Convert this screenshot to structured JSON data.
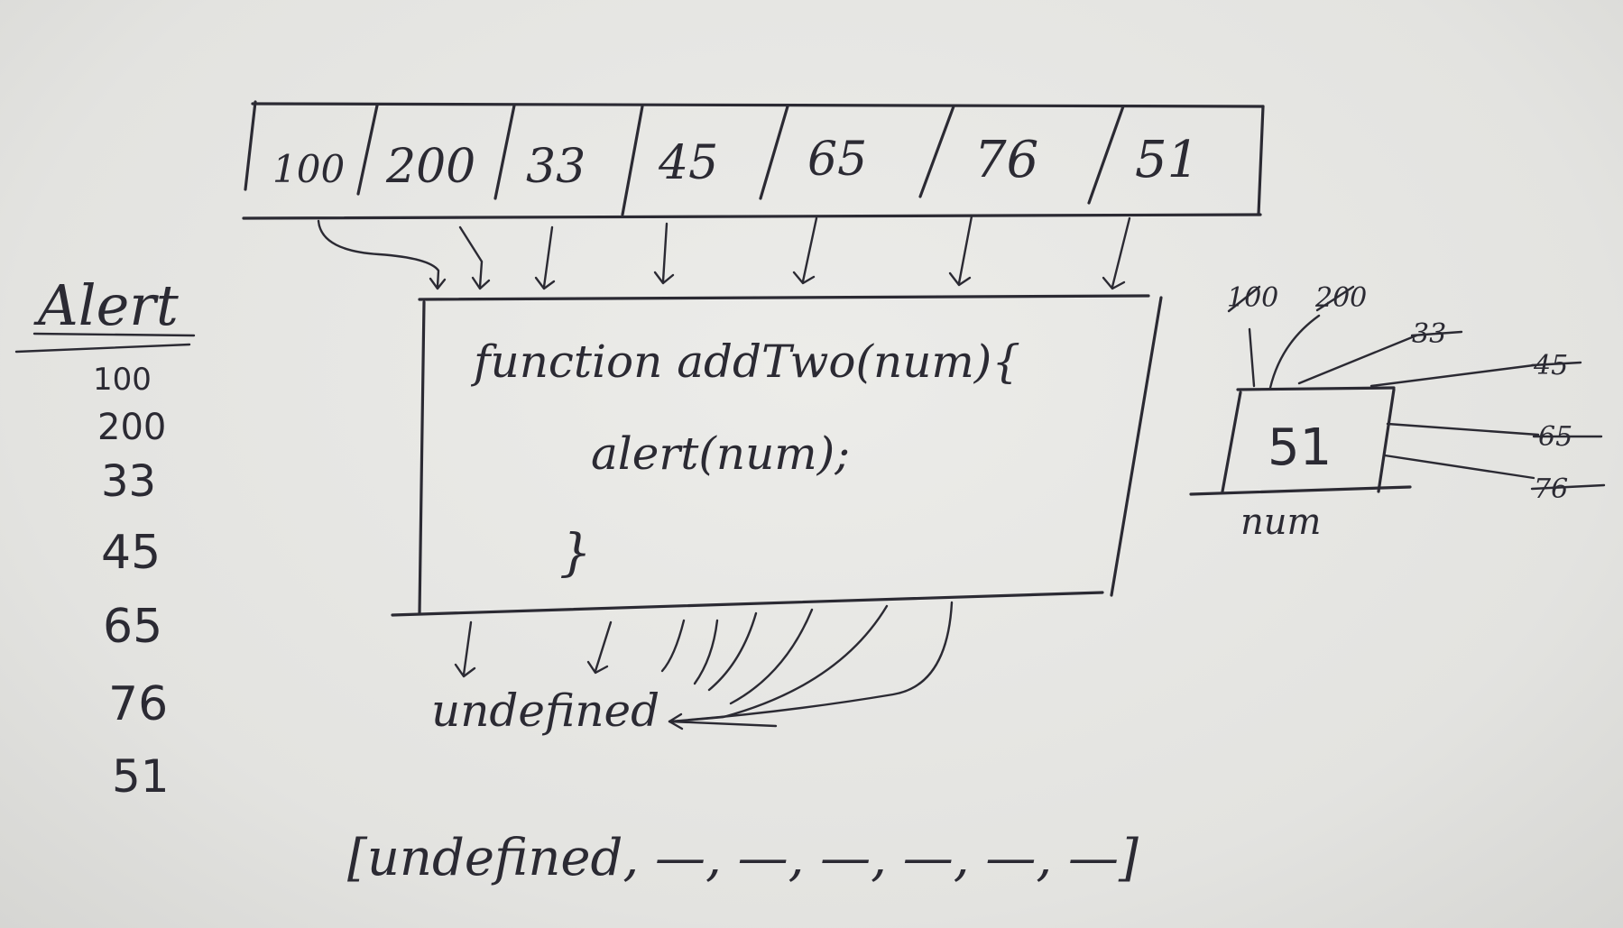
{
  "array_top": {
    "values": [
      "100",
      "200",
      "33",
      "45",
      "65",
      "76",
      "51"
    ]
  },
  "function_box": {
    "line1": "function addTwo(num){",
    "line2": "alert(num);",
    "line3": "}"
  },
  "return_label": "undefined",
  "alert_list": {
    "title": "Alert",
    "values": [
      "100",
      "200",
      "33",
      "45",
      "65",
      "76",
      "51"
    ]
  },
  "param_box": {
    "current_value": "51",
    "param_name": "num",
    "past_values": [
      "100",
      "200",
      "33",
      "45",
      "65",
      "76"
    ]
  },
  "result_array": {
    "text": "[undefined, —, —, —, —, —, —]"
  }
}
